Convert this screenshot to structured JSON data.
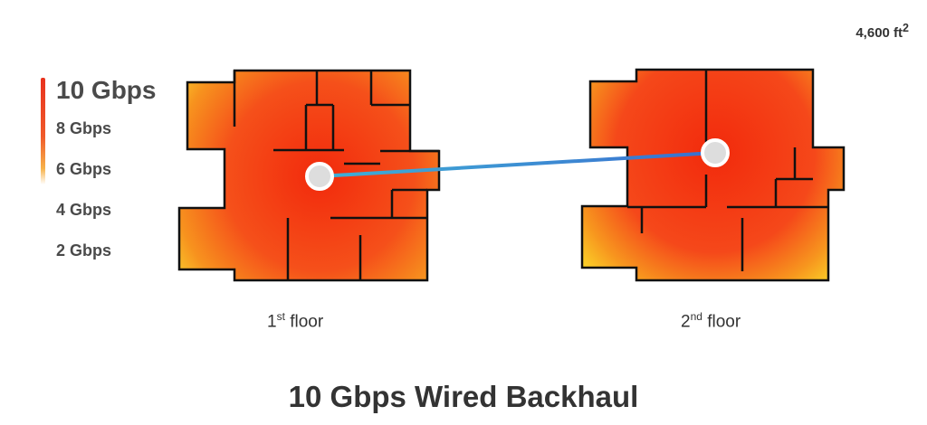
{
  "area": {
    "value": "4,600 ft",
    "unit_sup": "2"
  },
  "legend": {
    "labels": [
      "10 Gbps",
      "8 Gbps",
      "6 Gbps",
      "4 Gbps",
      "2 Gbps"
    ],
    "colors": {
      "high": "#e8321e",
      "mid": "#f7b24a",
      "low": "#ffffff"
    }
  },
  "floors": [
    {
      "num": "1",
      "sup": "st",
      "label": " floor"
    },
    {
      "num": "2",
      "sup": "nd",
      "label": " floor"
    }
  ],
  "backhaul_line_color": "#3aa0d8",
  "title": "10 Gbps Wired Backhaul"
}
